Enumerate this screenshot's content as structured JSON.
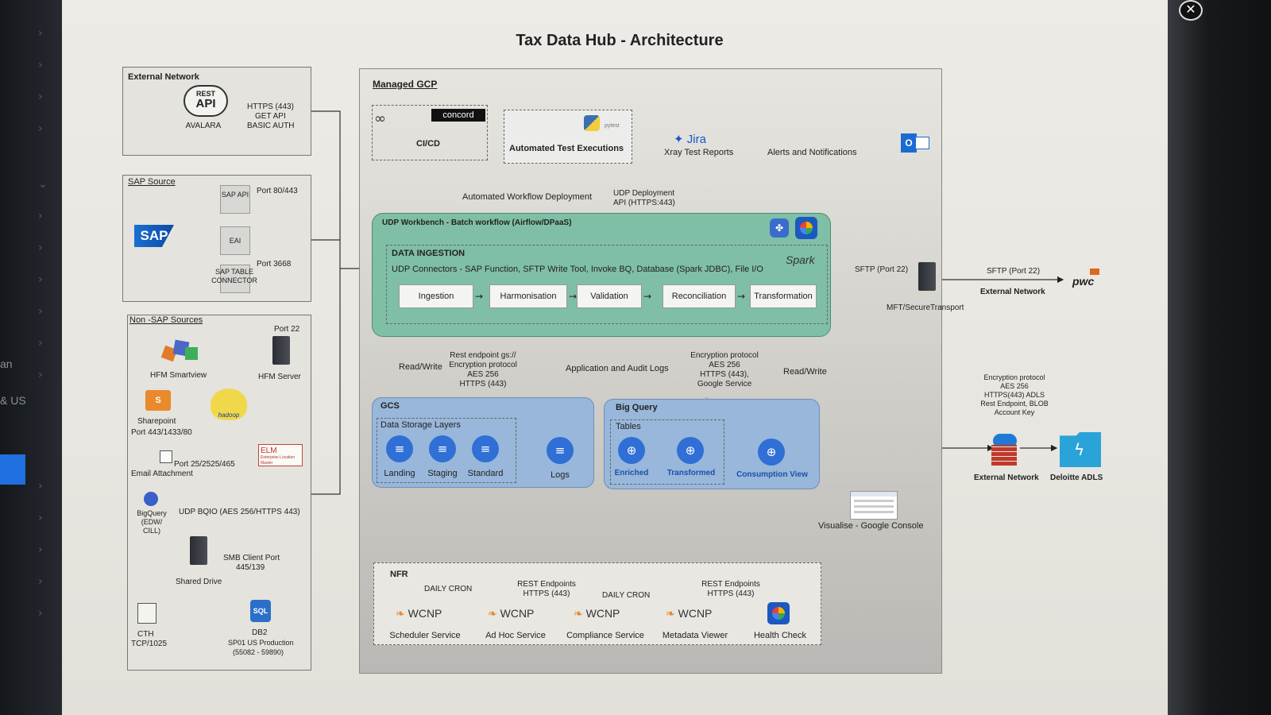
{
  "title": "Tax Data Hub - Architecture",
  "sidebar": {
    "text_1": "an",
    "text_2": "& US"
  },
  "close_label": "✕",
  "external_network": {
    "title": "External Network",
    "rest_top": "REST",
    "rest_bottom": "API",
    "avalara": "AVALARA",
    "conn_1": "HTTPS (443)",
    "conn_2": "GET API",
    "conn_3": "BASIC AUTH"
  },
  "sap_source": {
    "title": "SAP Source",
    "logo": "SAP",
    "sap_api": "SAP API",
    "eai": "EAI",
    "table_connector": "SAP TABLE CONNECTOR",
    "port_top": "Port 80/443",
    "port_bottom": "Port 3668"
  },
  "non_sap": {
    "title": "Non -SAP Sources",
    "port22": "Port 22",
    "hfm_smartview": "HFM Smartview",
    "hfm_server": "HFM Server",
    "sharepoint": "Sharepoint",
    "sharepoint_ports": "Port 443/1433/80",
    "hadoop": "hadoop",
    "email_ports": "Port 25/2525/465",
    "email": "Email Attachment",
    "elm": "ELM",
    "elm_sub": "Enterprise Location Master",
    "bigquery_1": "BigQuery",
    "bigquery_2": "(EDW/",
    "bigquery_3": "CILL)",
    "bqio": "UDP BQIO (AES 256/HTTPS 443)",
    "smb_1": "SMB Client Port",
    "smb_2": "445/139",
    "shared_drive": "Shared Drive",
    "cth_1": "CTH",
    "cth_2": "TCP/1025",
    "sql": "SQL",
    "db2": "DB2",
    "db2_sub_1": "SP01 US Production",
    "db2_sub_2": "(55082 - 59890)"
  },
  "managed_gcp": {
    "title": "Managed GCP",
    "concord": "concord",
    "cicd": "CI/CD",
    "pytest": "pytest",
    "automated_tests": "Automated Test Executions",
    "jira": "Jira",
    "xray": "Xray Test Reports",
    "alerts": "Alerts and Notifications",
    "outlook": "O",
    "workflow_deploy": "Automated Workflow Deployment",
    "udp_deploy_1": "UDP Deployment",
    "udp_deploy_2": "API (HTTPS:443)"
  },
  "udp": {
    "title": "UDP Workbench - Batch workflow (Airflow/DPaaS)",
    "ingestion_title": "DATA INGESTION",
    "connectors": "UDP Connectors - SAP Function, SFTP Write Tool, Invoke BQ, Database (Spark JDBC), File I/O",
    "spark": "Spark",
    "steps": [
      "Ingestion",
      "Harmonisation",
      "Validation",
      "Reconciliation",
      "Transformation"
    ]
  },
  "mid_labels": {
    "rw_left": "Read/Write",
    "rest_1": "Rest endpoint gs://",
    "rest_2": "Encryption protocol",
    "rest_3": "AES 256",
    "rest_4": "HTTPS (443)",
    "app_logs": "Application and Audit Logs",
    "enc_1": "Encryption protocol",
    "enc_2": "AES 256",
    "enc_3": "HTTPS (443),",
    "enc_4": "Google Service",
    "rw_right": "Read/Write"
  },
  "gcs": {
    "title": "GCS",
    "layers_title": "Data Storage Layers",
    "layers": [
      "Landing",
      "Staging",
      "Standard"
    ],
    "logs": "Logs"
  },
  "bigquery": {
    "title": "Big Query",
    "tables_title": "Tables",
    "enriched": "Enriched",
    "transformed": "Transformed",
    "consumption": "Consumption View",
    "visualise": "Visualise - Google Console"
  },
  "nfr": {
    "title": "NFR",
    "daily_cron_1": "DAILY CRON",
    "rest_endpoints_1a": "REST Endpoints",
    "rest_endpoints_1b": "HTTPS (443)",
    "daily_cron_2": "DAILY CRON",
    "rest_endpoints_2a": "REST Endpoints",
    "rest_endpoints_2b": "HTTPS (443)",
    "wcnp": "WCNP",
    "services": [
      "Scheduler Service",
      "Ad Hoc Service",
      "Compliance Service",
      "Metadata Viewer",
      "Health Check"
    ]
  },
  "right": {
    "sftp_1": "SFTP (Port 22)",
    "mft": "MFT/SecureTransport",
    "sftp_2": "SFTP (Port 22)",
    "ext_net_1": "External Network",
    "pwc": "pwc",
    "enc_1": "Encryption protocol",
    "enc_2": "AES 256",
    "enc_3": "HTTPS(443) ADLS",
    "enc_4": "Rest Endpoint, BLOB",
    "enc_5": "Account Key",
    "ext_net_2": "External Network",
    "deloitte": "Deloitte ADLS"
  },
  "colors": {
    "udp_green": "#7fbfa5",
    "gcs_blue": "#98b7da",
    "icon_blue": "#2f6fd6",
    "wcnp_orange": "#e9882a"
  }
}
